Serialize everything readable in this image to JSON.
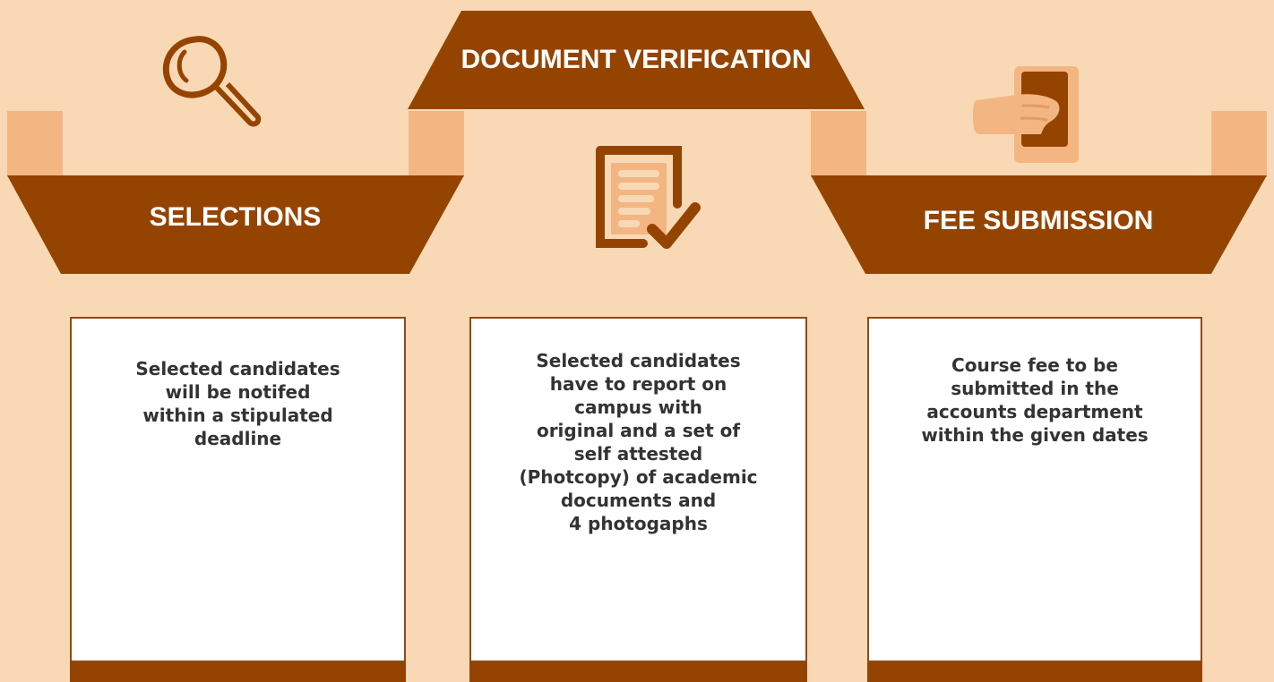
{
  "colors": {
    "background": "#f9d9b5",
    "banner": "#954400",
    "pillar": "#f3b682",
    "card_border": "#8f4a12",
    "text_dark": "#333333"
  },
  "steps": [
    {
      "title": "SELECTIONS",
      "icon": "magnifier-icon",
      "description": "Selected candidates\nwill be notifed\nwithin a stipulated\ndeadline"
    },
    {
      "title": "DOCUMENT VERIFICATION",
      "icon": "document-check-icon",
      "description": "Selected candidates\nhave to report on\ncampus with\noriginal and a set of\nself attested\n(Photcopy) of academic\ndocuments and\n4 photogaphs"
    },
    {
      "title": "FEE SUBMISSION",
      "icon": "hand-payment-icon",
      "description": "Course fee to be\nsubmitted in the\naccounts department\nwithin the given dates"
    }
  ]
}
